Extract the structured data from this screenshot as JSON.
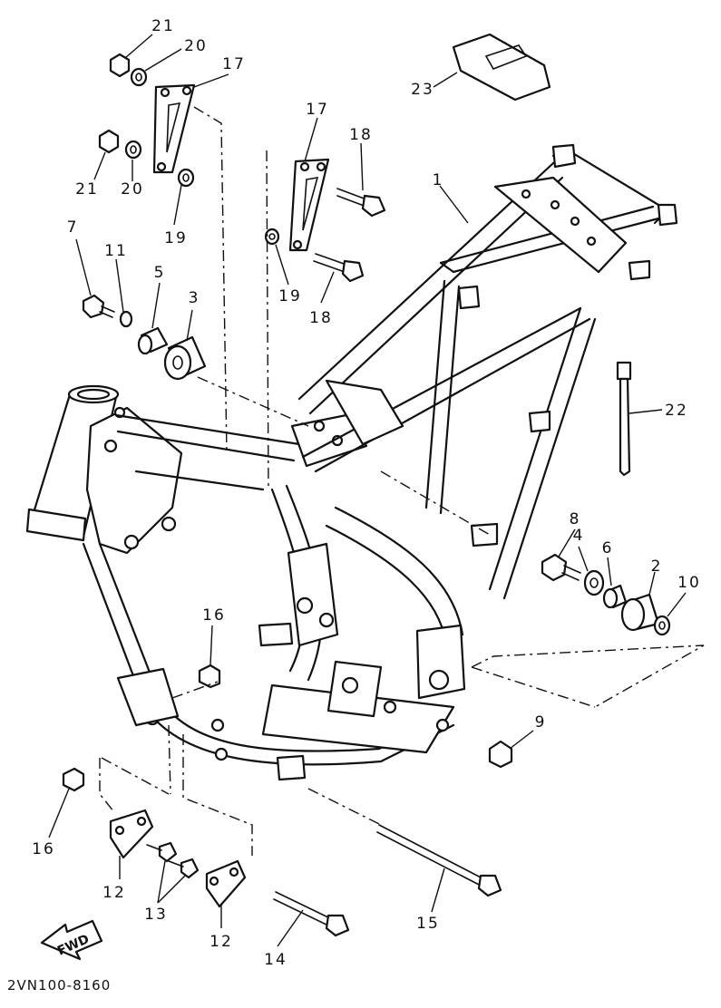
{
  "diagram": {
    "diagram_code": "2VN100-8160",
    "fwd_label": "FWD",
    "callouts": {
      "c1": "1",
      "c2": "2",
      "c3": "3",
      "c4": "4",
      "c5": "5",
      "c6": "6",
      "c7": "7",
      "c8": "8",
      "c9": "9",
      "c10": "10",
      "c11": "11",
      "c12a": "12",
      "c12b": "12",
      "c13": "13",
      "c14": "14",
      "c15": "15",
      "c16a": "16",
      "c16b": "16",
      "c17a": "17",
      "c17b": "17",
      "c18a": "18",
      "c18b": "18",
      "c19a": "19",
      "c19b": "19",
      "c20a": "20",
      "c20b": "20",
      "c21a": "21",
      "c21b": "21",
      "c22": "22",
      "c23": "23"
    }
  }
}
